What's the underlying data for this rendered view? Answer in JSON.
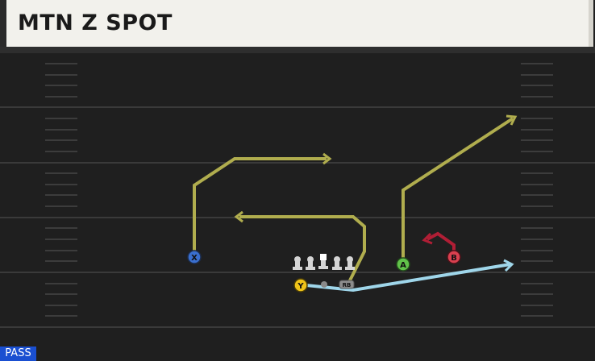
{
  "play": {
    "title": "MTN Z SPOT",
    "type_tag": "PASS"
  },
  "players": {
    "x": "X",
    "y": "Y",
    "a": "A",
    "b": "B",
    "rb": "RB"
  },
  "colors": {
    "route_primary": "#b0ad4e",
    "route_block": "#b01e35",
    "route_rb": "#9fd6ea",
    "x_badge": "#3a6fcf",
    "y_badge": "#f0c419",
    "a_badge": "#61c24a",
    "b_badge": "#d9404f",
    "pass_tag": "#1a4fd1"
  }
}
